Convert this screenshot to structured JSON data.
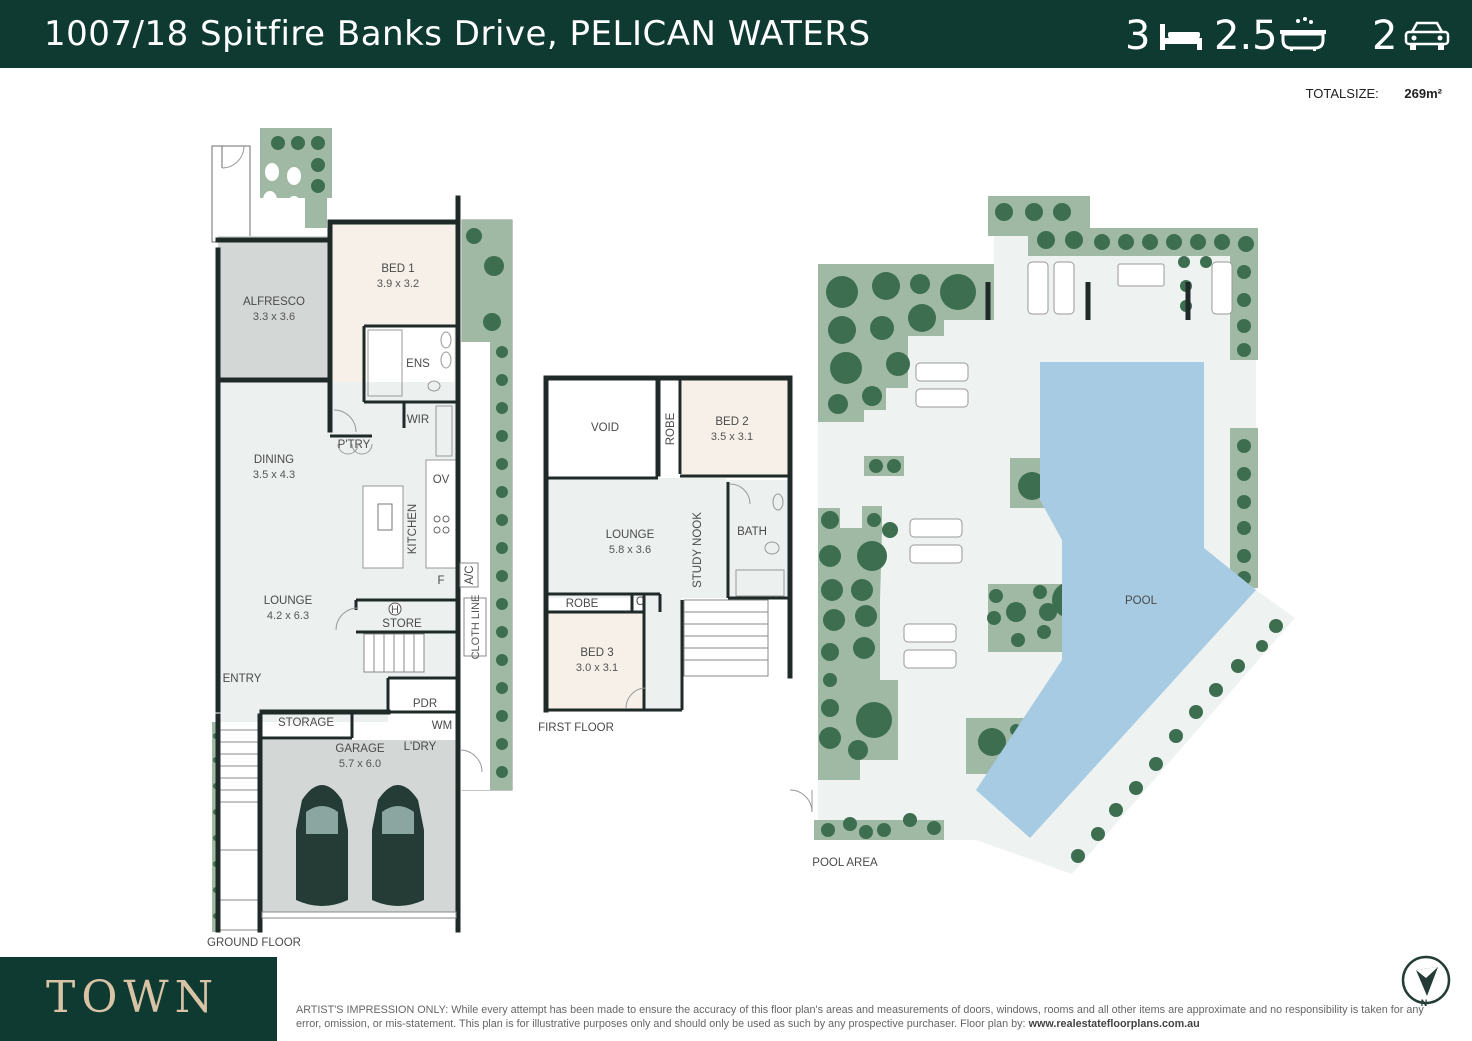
{
  "header": {
    "address": "1007/18 Spitfire Banks Drive, PELICAN WATERS",
    "bedrooms": "3",
    "bathrooms": "2.5",
    "car_spaces": "2",
    "bg_color": "#0e3a32"
  },
  "totals": {
    "label": "TOTALSIZE:",
    "value": "269m²"
  },
  "ground_floor": {
    "title": "GROUND FLOOR",
    "alfresco": {
      "name": "ALFRESCO",
      "size": "3.3 x 3.6"
    },
    "bed1": {
      "name": "BED 1",
      "size": "3.9 x 3.2"
    },
    "ens": "ENS",
    "wir": "WIR",
    "ptry": "P'TRY",
    "dining": {
      "name": "DINING",
      "size": "3.5 x 4.3"
    },
    "ov": "OV",
    "kitchen": "KITCHEN",
    "f": "F",
    "ac": "A/C",
    "lounge": {
      "name": "LOUNGE",
      "size": "4.2 x 6.3"
    },
    "store_h": "H",
    "store": "STORE",
    "cloth_line": "CLOTH LINE",
    "entry": "ENTRY",
    "pdr": "PDR",
    "storage": "STORAGE",
    "wm": "WM",
    "ldry": "L'DRY",
    "garage": {
      "name": "GARAGE",
      "size": "5.7 x 6.0"
    }
  },
  "first_floor": {
    "title": "FIRST FLOOR",
    "void": "VOID",
    "robe1": "ROBE",
    "bed2": {
      "name": "BED 2",
      "size": "3.5 x 3.1"
    },
    "lounge": {
      "name": "LOUNGE",
      "size": "5.8 x 3.6"
    },
    "study_nook": "STUDY NOOK",
    "bath": "BATH",
    "robe2": "ROBE",
    "c": "C",
    "bed3": {
      "name": "BED 3",
      "size": "3.0 x 3.1"
    }
  },
  "pool_area": {
    "title": "POOL AREA",
    "pool": "POOL"
  },
  "footer": {
    "brand": "TOWN",
    "disclaimer": "ARTIST'S IMPRESSION ONLY: While every attempt has been made to ensure the accuracy of this floor plan's areas and measurements of doors, windows, rooms and all other items are approximate and no responsibility is taken for any error, omission, or mis-statement. This plan is for illustrative purposes only and should only be used as such by any prospective purchaser. Floor plan by:",
    "website": "www.realestatefloorplans.com.au",
    "compass_letter": "N"
  },
  "colors": {
    "wall": "#1f2a28",
    "room_fill": "#ecf0ef",
    "bedroom_fill": "#f6f0e8",
    "garden": "#9fb9a5",
    "tree": "#3e6e50",
    "pool": "#a6cbe3",
    "brand_text": "#d8c3a5"
  }
}
